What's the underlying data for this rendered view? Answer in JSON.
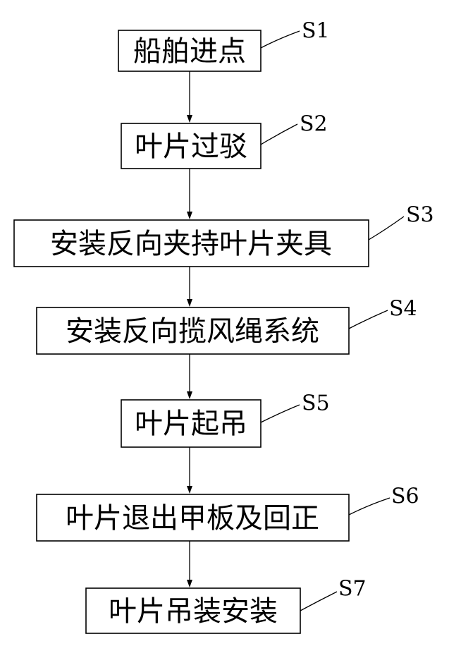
{
  "steps": [
    {
      "id": "S1",
      "label": "船舶进点"
    },
    {
      "id": "S2",
      "label": "叶片过驳"
    },
    {
      "id": "S3",
      "label": "安装反向夹持叶片夹具"
    },
    {
      "id": "S4",
      "label": "安装反向揽风绳系统"
    },
    {
      "id": "S5",
      "label": "叶片起吊"
    },
    {
      "id": "S6",
      "label": "叶片退出甲板及回正"
    },
    {
      "id": "S7",
      "label": "叶片吊装安装"
    }
  ]
}
